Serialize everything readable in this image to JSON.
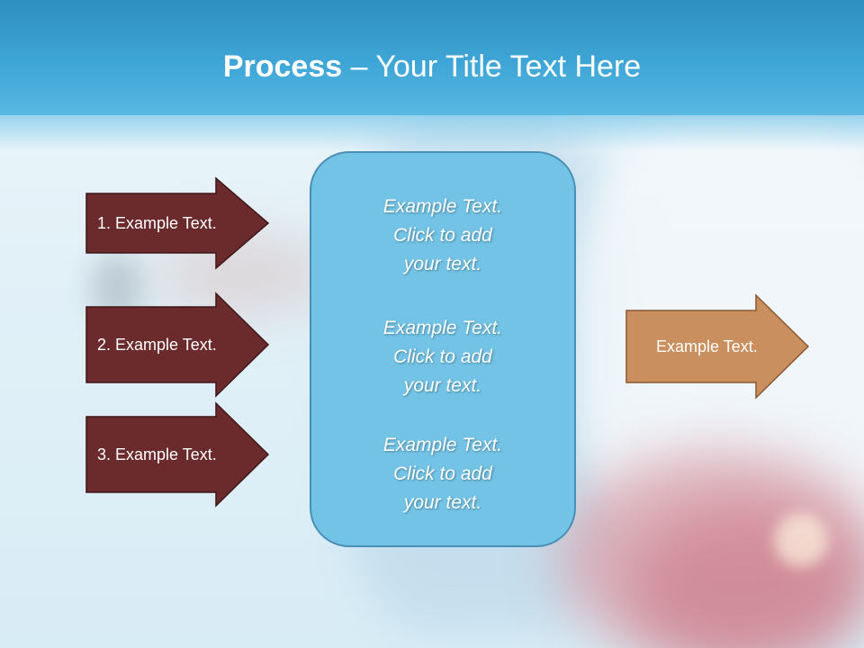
{
  "title": {
    "strong": "Process",
    "rest": " – Your Title Text Here"
  },
  "left_arrows": [
    {
      "label": "1. Example Text."
    },
    {
      "label": "2. Example Text."
    },
    {
      "label": "3. Example Text."
    }
  ],
  "center_box": {
    "blocks": [
      {
        "lines": [
          "Example Text.",
          "Click  to add",
          "your text."
        ]
      },
      {
        "lines": [
          "Example Text.",
          "Click  to add",
          "your text."
        ]
      },
      {
        "lines": [
          "Example Text.",
          "Click  to add",
          "your text."
        ]
      }
    ]
  },
  "right_arrow": {
    "label": "Example Text."
  },
  "colors": {
    "title_bar": "#3ea6d6",
    "left_arrow_fill": "#6b2b2d",
    "center_box_fill": "#72c3e6",
    "right_arrow_fill": "#c98f5e"
  }
}
